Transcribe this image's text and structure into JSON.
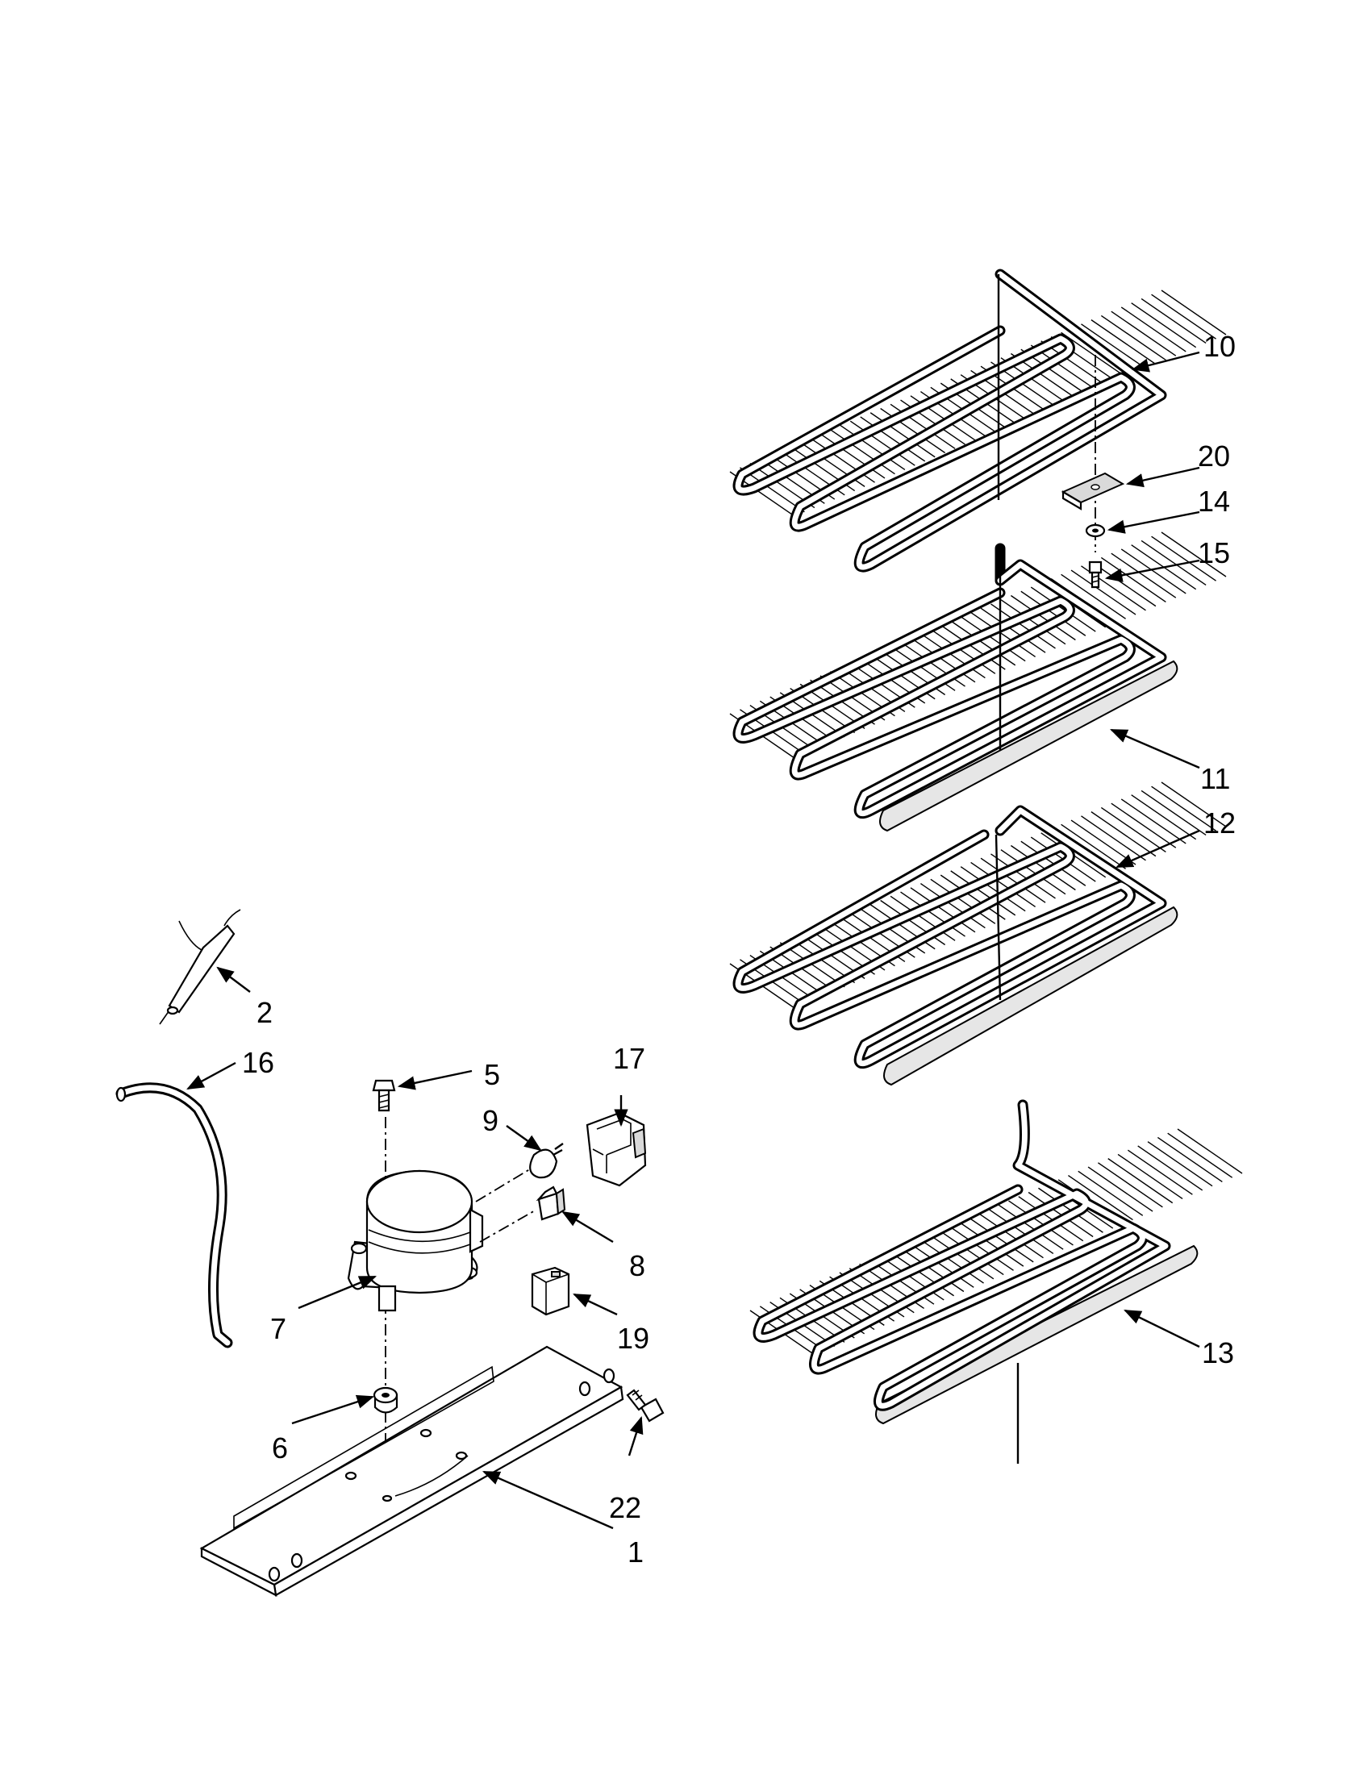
{
  "callouts": {
    "c1": "1",
    "c2": "2",
    "c5": "5",
    "c6": "6",
    "c7": "7",
    "c8": "8",
    "c9": "9",
    "c10": "10",
    "c11": "11",
    "c12": "12",
    "c13": "13",
    "c14": "14",
    "c15": "15",
    "c16": "16",
    "c17": "17",
    "c19": "19",
    "c20": "20",
    "c22": "22"
  },
  "icons": [
    "arrow-icon"
  ]
}
